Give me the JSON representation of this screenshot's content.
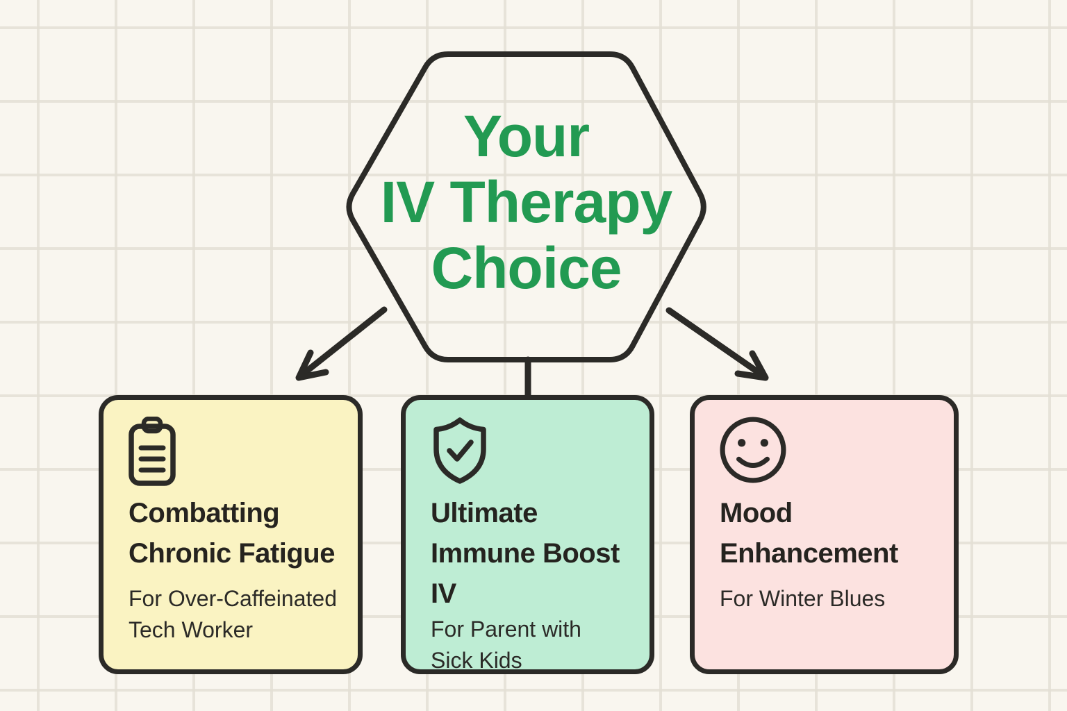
{
  "hexagon": {
    "title": "Your\nIV Therapy\nChoice",
    "title_color": "#229A52"
  },
  "cards": [
    {
      "id": "combatting-chronic-fatigue",
      "icon": "battery-icon",
      "title": "Combatting\nChronic Fatigue",
      "subtitle": "For Over-Caffeinated\nTech Worker",
      "bg_color": "#FAF3C2"
    },
    {
      "id": "ultimate-immune-boost-iv",
      "icon": "shield-check-icon",
      "title": "Ultimate\nImmune Boost\nIV",
      "subtitle": "For Parent with\nSick Kids",
      "bg_color": "#BEEDD4"
    },
    {
      "id": "mood-enhancement",
      "icon": "smiley-face-icon",
      "title": "Mood\nEnhancement",
      "subtitle": "For Winter Blues",
      "bg_color": "#FCE2E0"
    }
  ],
  "colors": {
    "background": "#F9F6EF",
    "grid_line": "#E4DFD5",
    "outline": "#2B2A27",
    "heading_green": "#229A52",
    "text_dark": "#25231F"
  }
}
